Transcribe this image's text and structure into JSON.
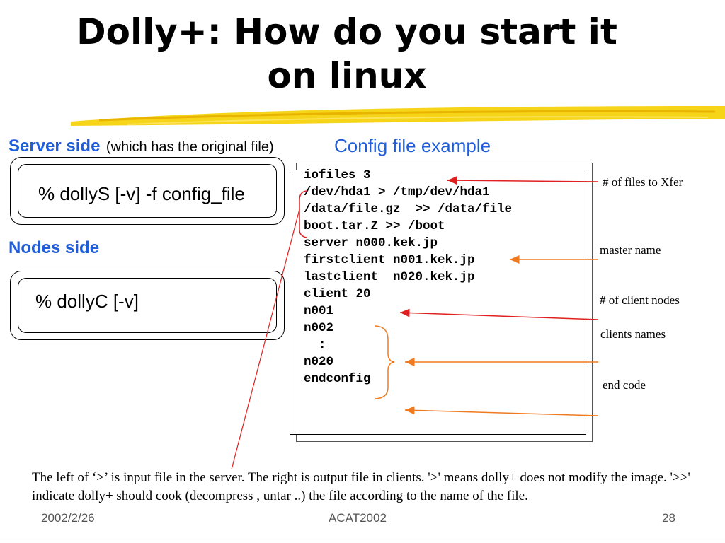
{
  "slide": {
    "title_line1": "Dolly+: How do you start it",
    "title_line2": "on linux"
  },
  "server": {
    "heading": "Server side",
    "subheading": "(which has the original file)",
    "command": "% dollyS [-v] -f config_file"
  },
  "nodes": {
    "heading": "Nodes side",
    "command": "% dollyC [-v]"
  },
  "config": {
    "heading": "Config file example",
    "lines": [
      "iofiles 3",
      "/dev/hda1 > /tmp/dev/hda1",
      "/data/file.gz  >> /data/file",
      "boot.tar.Z >> /boot",
      "server n000.kek.jp",
      "firstclient n001.kek.jp",
      "lastclient  n020.kek.jp",
      "client 20",
      "n001",
      "n002",
      "  :",
      "n020",
      "endconfig"
    ]
  },
  "annotations": {
    "files_to_xfer": "# of files to Xfer",
    "master_name": "master name",
    "client_nodes": "# of client nodes",
    "clients_names": "clients names",
    "end_code": "end code"
  },
  "description": "The left of  ‘>’ is input file in the  server.  The right is output file in clients.  '>' means dolly+ does not modify the image.   '>>' indicate dolly+ should cook (decompress , untar ..) the file according to the name of the file.",
  "footer": {
    "date": "2002/2/26",
    "event": "ACAT2002",
    "page": "28"
  },
  "colors": {
    "heading_blue": "#1f5ed8",
    "arrow_red": "#e02020",
    "arrow_orange": "#f07a20",
    "highlight_yellow": "#f5d000"
  }
}
